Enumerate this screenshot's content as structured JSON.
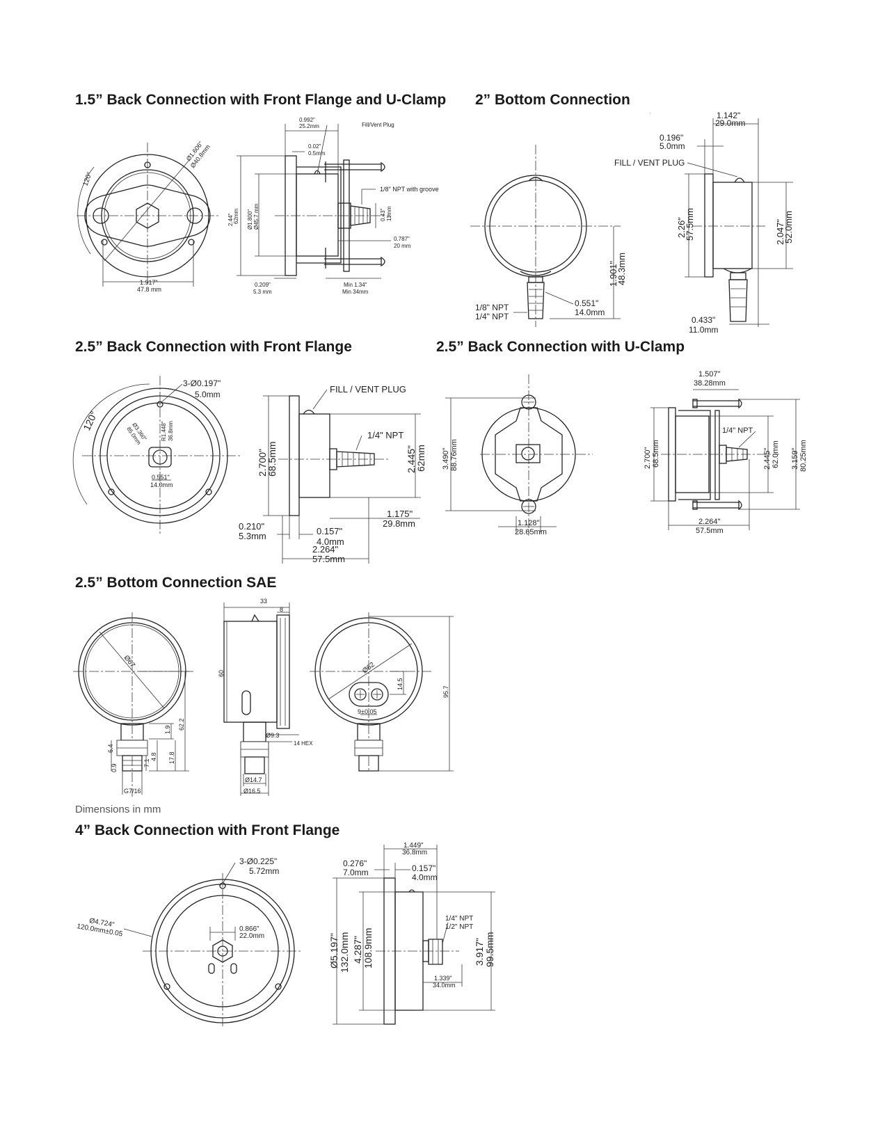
{
  "sections": {
    "s1": {
      "title": "1.5” Back Connection with Front Flange and U-Clamp",
      "labels": [
        "0.992\"",
        "25.2mm",
        "Fill/Vent Plug",
        "0.02\"",
        "0.5mm",
        "Ø1.606\"",
        "Ø40.8mm",
        "120°",
        "1/8\" NPT with groove",
        "2.44\"",
        "62mm",
        "Ø1.800\"",
        "Ø45.7 mm",
        "0.43\"",
        "11mm",
        "0.787\"",
        "20 mm",
        "1.917\"",
        "47.8 mm",
        "0.209\"",
        "5.3 mm",
        "Min 1.34\"",
        "Min 34mm"
      ]
    },
    "s2": {
      "title": "2” Bottom Connection",
      "labels": [
        "1.142\"",
        "29.0mm",
        "0.196\"",
        "5.0mm",
        "FILL / VENT PLUG",
        "2.26\"",
        "57.5mm",
        "2.047\"",
        "52.0mm",
        "1.901\"",
        "48.3mm",
        "1/8\" NPT",
        "1/4\" NPT",
        "0.551\"",
        "14.0mm",
        "0.433\"",
        "11.0mm"
      ]
    },
    "s3": {
      "title": "2.5” Back Connection with Front Flange",
      "labels": [
        "3-Ø0.197\"",
        "5.0mm",
        "120°",
        "Ø3.360\"",
        "85.0mm",
        "R1.448\"",
        "36.8mm",
        "0.551\"",
        "14.0mm",
        "FILL / VENT PLUG",
        "1/4\" NPT",
        "2.700\"",
        "68.5mm",
        "2.445\"",
        "62mm",
        "1.175\"",
        "29.8mm",
        "0.210\"",
        "5.3mm",
        "0.157\"",
        "4.0mm",
        "2.264\"",
        "57.5mm"
      ]
    },
    "s4": {
      "title": "2.5” Back Connection with U-Clamp",
      "labels": [
        "3.490\"",
        "88.76mm",
        "1.128\"",
        "28.65mm",
        "1.507\"",
        "38.28mm",
        "1/4\" NPT",
        "2.700\"",
        "68.5mm",
        "2.445\"",
        "62.0mm",
        "3.159\"",
        "80.25mm",
        "2.264\"",
        "57.5mm"
      ]
    },
    "s5": {
      "title": "2.5” Bottom Connection SAE",
      "labels": [
        "Ø67",
        "6.4",
        "0.9",
        "1.9",
        "62.2",
        "7.1",
        "4.8",
        "17.8",
        "G7/16",
        "33",
        "8",
        "60",
        "Ø9.3",
        "14 HEX",
        "Ø14.7",
        "Ø16.5",
        "Ø62",
        "14.5",
        "9±0.05",
        "95.7"
      ],
      "caption": "Dimensions in mm"
    },
    "s6": {
      "title": "4” Back Connection with Front Flange",
      "labels": [
        "3-Ø0.225\"",
        "5.72mm",
        "Ø4.724\"",
        "120.0mm±0.05",
        "0.866\"",
        "22.0mm",
        "1.449\"",
        "36.8mm",
        "0.276\"",
        "7.0mm",
        "0.157\"",
        "4.0mm",
        "1/4\" NPT",
        "1/2\" NPT",
        "Ø5.197\"",
        "132.0mm",
        "4.287\"",
        "108.9mm",
        "3.917\"",
        "99.5mm",
        "1.339\"",
        "34.0mm"
      ]
    }
  }
}
